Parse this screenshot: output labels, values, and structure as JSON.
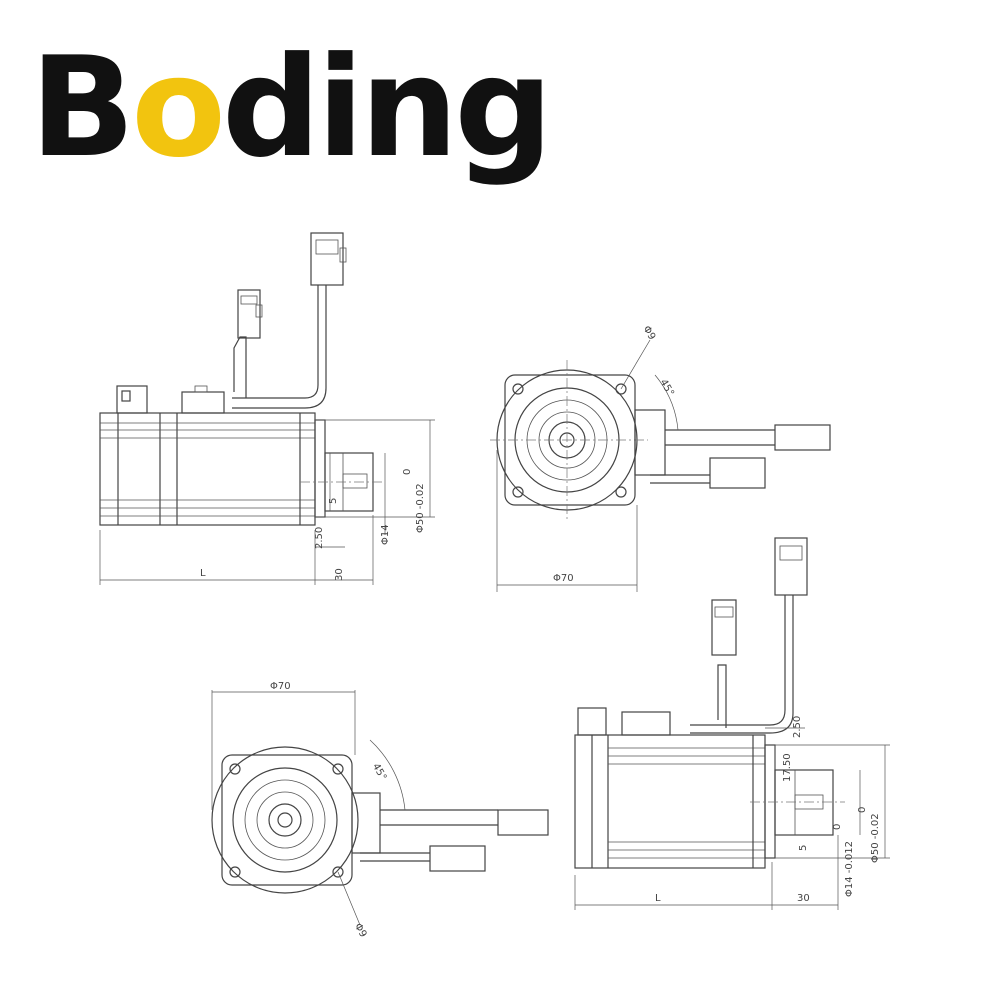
{
  "brand": {
    "name_part1": "B",
    "name_accent": "o",
    "name_part2": "ding",
    "text_color": "#111111",
    "accent_color": "#f2c40f"
  },
  "views": {
    "side_top": {
      "length_label": "L",
      "shaft_length": "30",
      "step": "2.50",
      "key_width": "5",
      "shaft_dia": "Φ14",
      "pilot_dia": "Φ50 -0.02",
      "pilot_tol_upper": "0"
    },
    "front_top": {
      "flange": "Φ70",
      "hole": "Φ9",
      "angle": "45°"
    },
    "front_bottom": {
      "flange": "Φ70",
      "hole": "Φ9",
      "angle": "45°"
    },
    "side_bottom": {
      "length_label": "L",
      "shaft_length": "30",
      "step": "2.50",
      "pilot_len": "17.50",
      "key_width": "5",
      "shaft_dia": "Φ14 -0.012",
      "shaft_tol_upper": "0",
      "pilot_dia": "Φ50 -0.02",
      "pilot_tol_upper": "0"
    }
  }
}
